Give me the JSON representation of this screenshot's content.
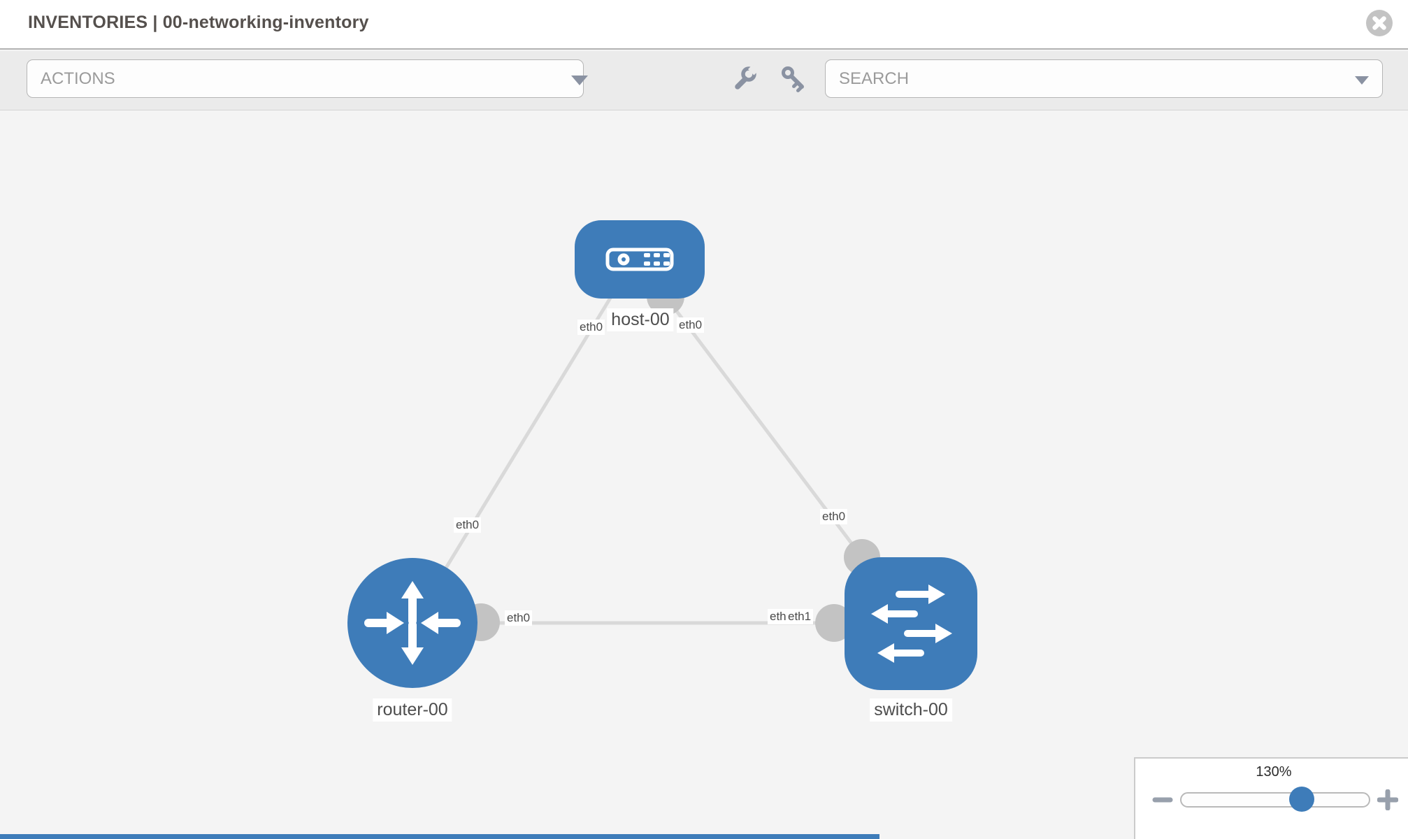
{
  "header": {
    "title": "INVENTORIES | 00-networking-inventory"
  },
  "toolbar": {
    "actions_placeholder": "ACTIONS",
    "search_placeholder": "SEARCH"
  },
  "diagram": {
    "nodes": [
      {
        "id": "host-00",
        "label": "host-00",
        "type": "host"
      },
      {
        "id": "router-00",
        "label": "router-00",
        "type": "router"
      },
      {
        "id": "switch-00",
        "label": "switch-00",
        "type": "switch"
      }
    ],
    "links": [
      {
        "from": "host-00",
        "to": "router-00"
      },
      {
        "from": "host-00",
        "to": "switch-00"
      },
      {
        "from": "router-00",
        "to": "switch-00"
      }
    ],
    "interface_labels": [
      {
        "text": "eth0",
        "location": "host-00 left"
      },
      {
        "text": "eth0",
        "location": "host-00 right"
      },
      {
        "text": "eth0",
        "location": "host-00/router-00 link near router-00"
      },
      {
        "text": "eth0",
        "location": "router-00/switch-00 link near router-00"
      },
      {
        "text": "eth0",
        "location": "router-00/switch-00 link near switch-00 (underneath)"
      },
      {
        "text": "eth1",
        "location": "router-00/switch-00 link near switch-00 (on top)"
      },
      {
        "text": "eth0",
        "location": "host-00/switch-00 link near switch-00"
      }
    ]
  },
  "zoom_control": {
    "level": "130%"
  },
  "colors": {
    "node_blue": "#3e7cb9",
    "link_gray": "#d9d9d9",
    "connector_gray": "#c3c3c3",
    "icon_gray": "#8a92a2",
    "toolbar_bg": "#ebebeb",
    "canvas_bg": "#f4f4f4"
  }
}
